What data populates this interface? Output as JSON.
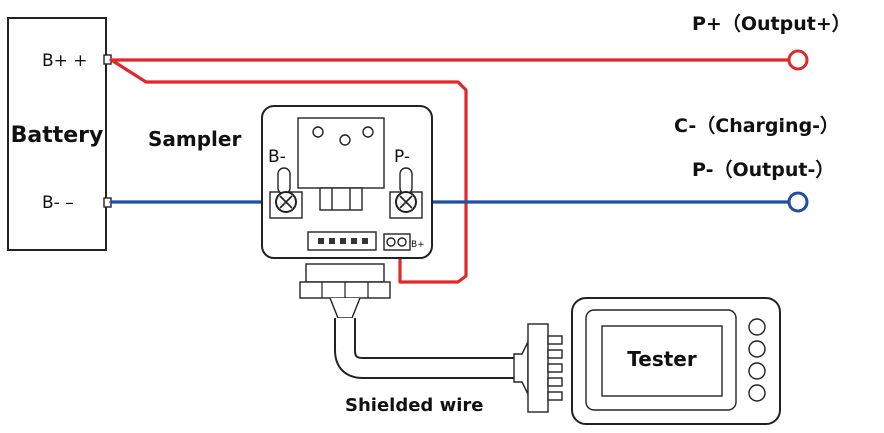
{
  "labels": {
    "battery": "Battery",
    "battery_pos": "B+ +",
    "battery_neg": "B-  –",
    "sampler": "Sampler",
    "sampler_b_minus": "B-",
    "sampler_p_minus": "P-",
    "sampler_b_plus_small": "B+",
    "p_plus": "P+（Output+）",
    "c_minus": "C-（Charging-）",
    "p_minus": "P-（Output-）",
    "tester": "Tester",
    "shielded_wire": "Shielded wire"
  },
  "colors": {
    "positive_wire": "#e02828",
    "negative_wire": "#1f4fa0",
    "outline": "#222222"
  }
}
